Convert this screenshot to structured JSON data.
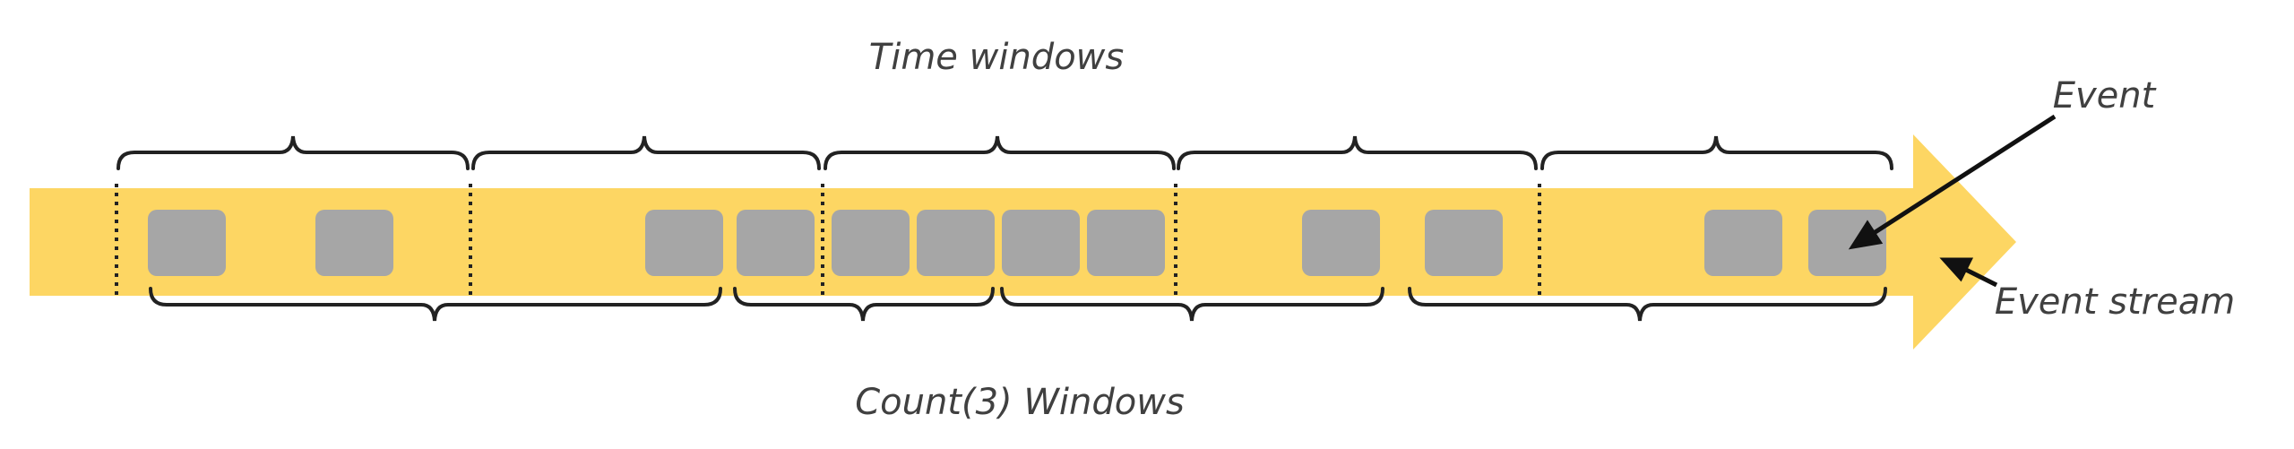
{
  "labels": {
    "time_windows": "Time windows",
    "count_windows": "Count(3) Windows",
    "event": "Event",
    "event_stream": "Event stream"
  },
  "colors": {
    "stream": "#FDD663",
    "event": "#A6A6A6",
    "bracket": "#222222",
    "divider": "#222222",
    "text": "#404040"
  }
}
